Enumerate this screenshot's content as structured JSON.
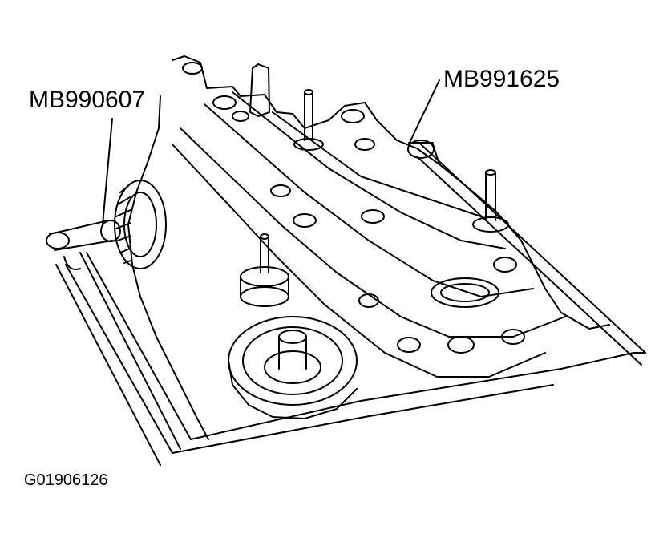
{
  "callouts": {
    "left_tool": "MB990607",
    "right_tool": "MB991625"
  },
  "figure_code": "G01906126",
  "colors": {
    "line": "#000000",
    "background": "#ffffff"
  }
}
